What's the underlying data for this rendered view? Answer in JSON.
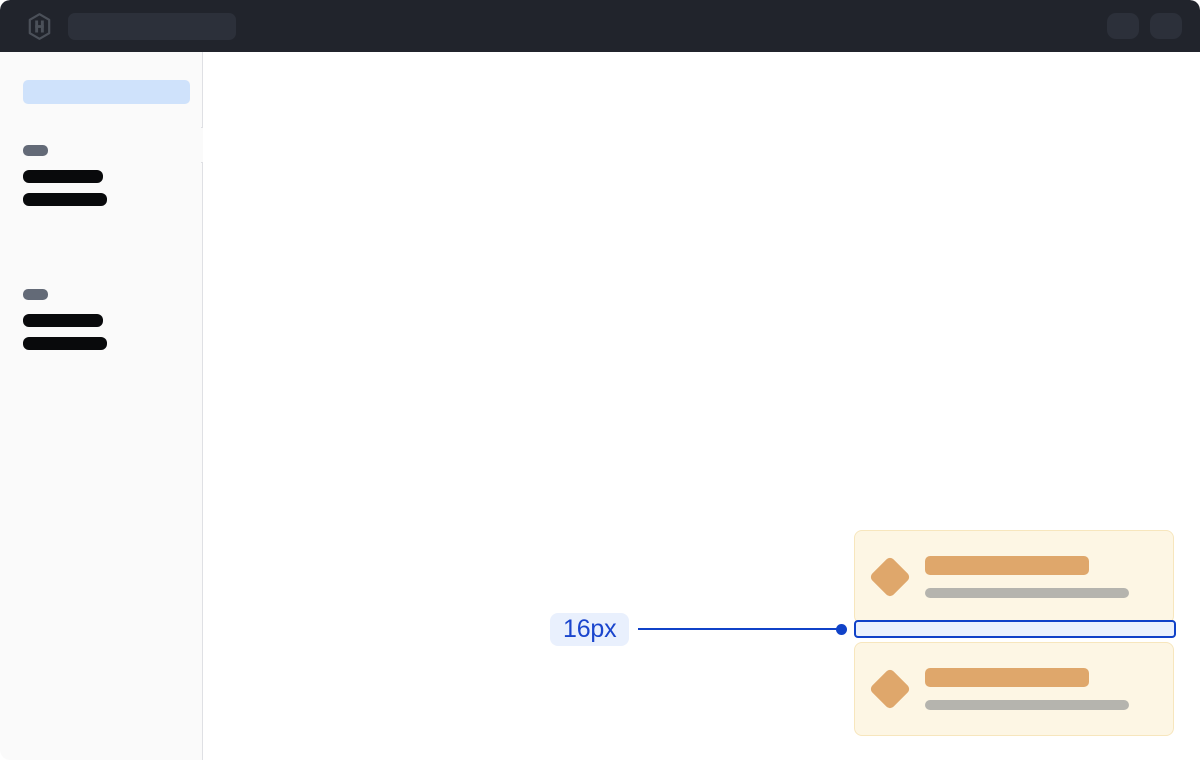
{
  "window": {
    "name": "app-loading-skeleton-with-measurement-overlay"
  },
  "header": {
    "logo_icon": "hashicorp-logo-icon",
    "search": {
      "value": "",
      "placeholder": ""
    },
    "actions": [
      {
        "name": "header-action-1",
        "icon": "placeholder-pill-icon"
      },
      {
        "name": "header-action-2",
        "icon": "placeholder-pill-icon"
      }
    ],
    "background_color": "#21242c"
  },
  "sidebar": {
    "highlight": {
      "label": "",
      "color": "#cfe2fb"
    },
    "collapse_tab": {
      "icon": "sidebar-collapse-icon"
    },
    "groups": [
      {
        "label": "",
        "items": [
          {
            "label": ""
          },
          {
            "label": ""
          }
        ]
      },
      {
        "label": "",
        "items": [
          {
            "label": ""
          },
          {
            "label": ""
          }
        ]
      }
    ],
    "background_color": "#fafafa",
    "border_color": "#dfe0e4"
  },
  "main": {
    "background_color": "#ffffff"
  },
  "toasts": [
    {
      "icon": "diamond-icon",
      "title": "",
      "subtitle": "",
      "background_color": "#fdf6e4",
      "border_color": "#f7e6bd",
      "accent_color": "#dfa76b"
    },
    {
      "icon": "diamond-icon",
      "title": "",
      "subtitle": "",
      "background_color": "#fdf6e4",
      "border_color": "#f7e6bd",
      "accent_color": "#dfa76b"
    }
  ],
  "measurement": {
    "label": "16px",
    "value": 16,
    "unit": "px",
    "accent_color": "#1042c8",
    "badge_background": "#e9f0fd",
    "band_fill": "#eaf1fd"
  }
}
